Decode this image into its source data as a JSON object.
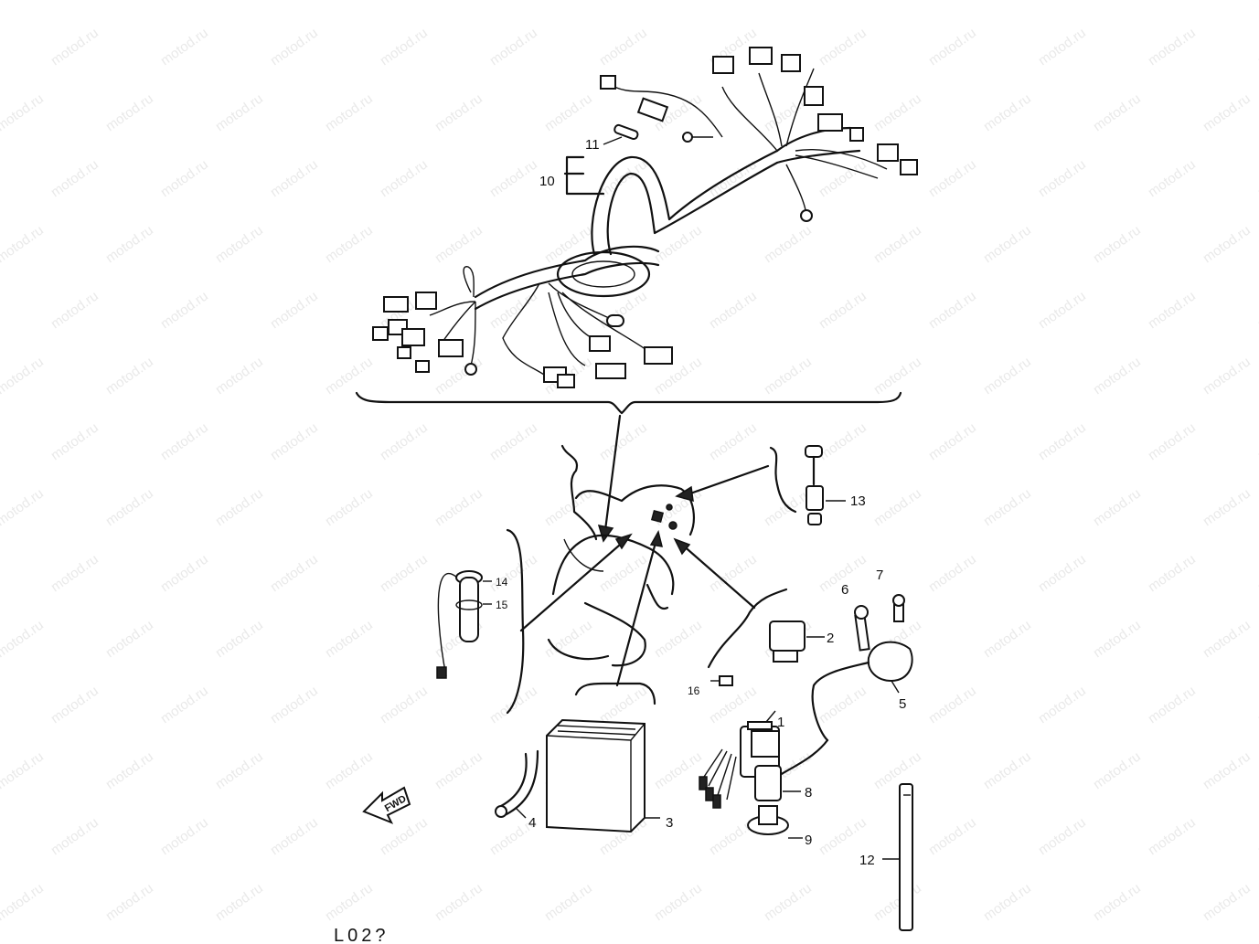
{
  "diagram": {
    "callouts": [
      {
        "id": "c1",
        "text": "1"
      },
      {
        "id": "c2",
        "text": "2"
      },
      {
        "id": "c3",
        "text": "3"
      },
      {
        "id": "c4",
        "text": "4"
      },
      {
        "id": "c5",
        "text": "5"
      },
      {
        "id": "c6",
        "text": "6"
      },
      {
        "id": "c7",
        "text": "7"
      },
      {
        "id": "c8",
        "text": "8"
      },
      {
        "id": "c9",
        "text": "9"
      },
      {
        "id": "c10",
        "text": "10"
      },
      {
        "id": "c11",
        "text": "11"
      },
      {
        "id": "c12",
        "text": "12"
      },
      {
        "id": "c13",
        "text": "13"
      },
      {
        "id": "c14",
        "text": "14"
      },
      {
        "id": "c15",
        "text": "15"
      },
      {
        "id": "c16",
        "text": "16"
      }
    ],
    "fwd_label": "FWD",
    "page_code": "L02?",
    "watermark": "motod.ru",
    "colors": {
      "ink": "#111111",
      "paper": "#ffffff",
      "watermark": "#e9e9e9"
    }
  }
}
